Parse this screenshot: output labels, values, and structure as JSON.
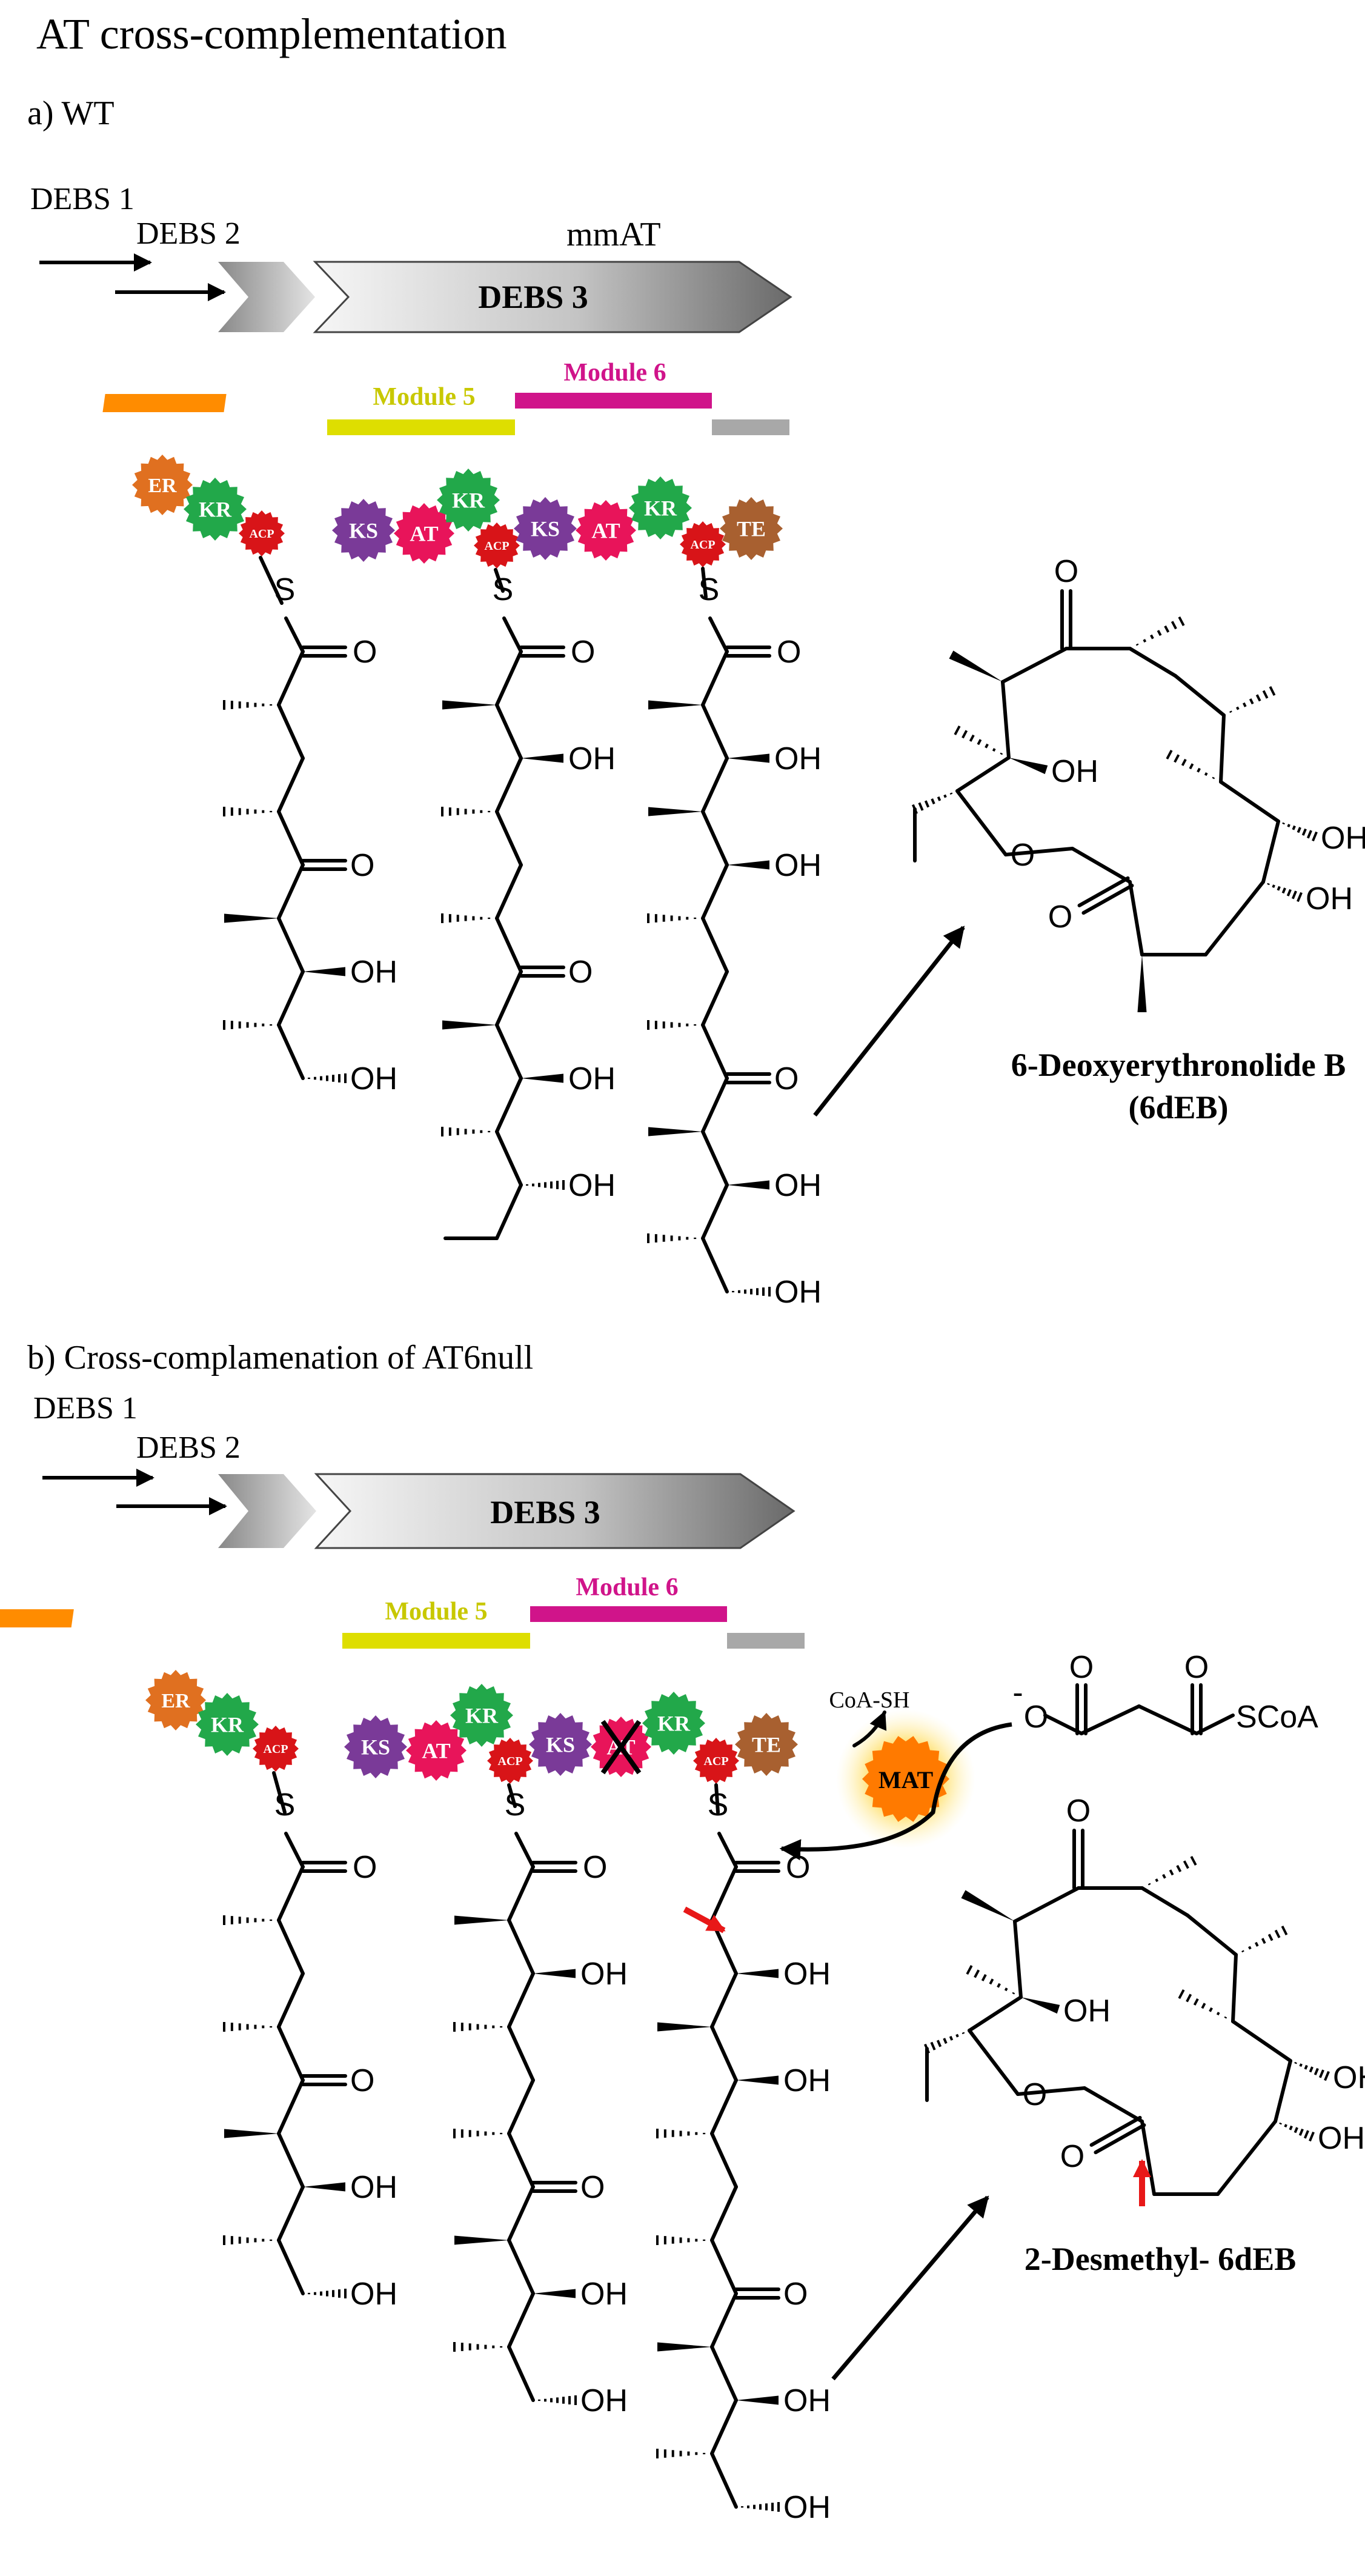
{
  "title": "AT cross-complementation",
  "panel_a": {
    "label": "a) WT",
    "debs1": "DEBS 1",
    "debs2": "DEBS 2",
    "debs3": "DEBS 3",
    "mmat": "mmAT",
    "module5": "Module 5",
    "module6": "Module 6",
    "product_name": "6-Deoxyerythronolide B",
    "product_abbr": "(6dEB)"
  },
  "panel_b": {
    "label": "b) Cross-complamenation of AT6null",
    "debs1": "DEBS 1",
    "debs2": "DEBS 2",
    "debs3": "DEBS 3",
    "module5": "Module 5",
    "module6": "Module 6",
    "mat": "MAT",
    "coa_sh": "CoA-SH",
    "scoa": "SCoA",
    "product_name": "2-Desmethyl- 6dEB"
  },
  "atoms": {
    "o": "O",
    "oh": "OH",
    "s": "S",
    "minus": "-"
  },
  "domains": {
    "er": "ER",
    "kr": "KR",
    "acp": "ACP",
    "ks": "KS",
    "at": "AT",
    "te": "TE"
  },
  "colors": {
    "er": "#e07020",
    "kr": "#22a84a",
    "acp": "#d81418",
    "ks": "#7a3a98",
    "at": "#e8145a",
    "te": "#a86030",
    "module5": "#dede00",
    "module6": "#d0148a",
    "orange_bar": "#ff8c00",
    "gray_bar": "#a8a8a8",
    "mat": "#ff7a00",
    "red_arrow": "#e81818"
  }
}
